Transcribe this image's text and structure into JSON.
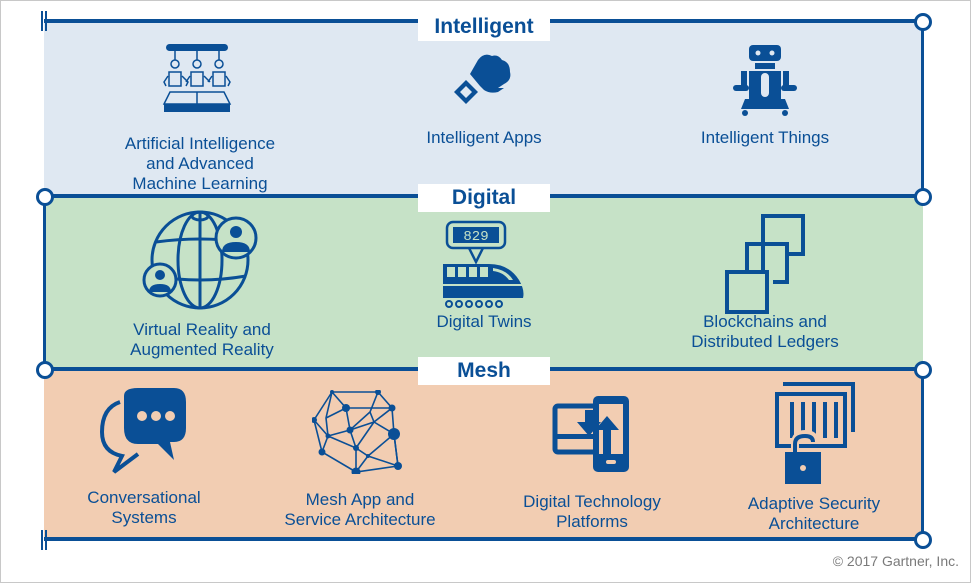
{
  "colors": {
    "accent": "#0a4f96",
    "intelligent_band": "#dfe8f2",
    "digital_band": "#c6e2c7",
    "mesh_band": "#f2cdb2"
  },
  "sections": {
    "intelligent": {
      "title": "Intelligent",
      "items": [
        {
          "icon": "robotic-assembly-arms-icon",
          "label_lines": [
            "Artificial Intelligence",
            "and Advanced",
            "Machine Learning"
          ]
        },
        {
          "icon": "smartwatch-fist-icon",
          "label_lines": [
            "Intelligent Apps"
          ]
        },
        {
          "icon": "robot-icon",
          "label_lines": [
            "Intelligent Things"
          ]
        }
      ]
    },
    "digital": {
      "title": "Digital",
      "items": [
        {
          "icon": "globe-avatars-icon",
          "label_lines": [
            "Virtual Reality and",
            "Augmented Reality"
          ]
        },
        {
          "icon": "train-display-icon",
          "display_value": "829",
          "label_lines": [
            "Digital Twins"
          ]
        },
        {
          "icon": "chain-blocks-icon",
          "label_lines": [
            "Blockchains and",
            "Distributed Ledgers"
          ]
        }
      ]
    },
    "mesh": {
      "title": "Mesh",
      "items": [
        {
          "icon": "chat-bubbles-icon",
          "label_lines": [
            "Conversational",
            "Systems"
          ]
        },
        {
          "icon": "network-mesh-icon",
          "label_lines": [
            "Mesh App and",
            "Service Architecture"
          ]
        },
        {
          "icon": "device-sync-icon",
          "label_lines": [
            "Digital Technology",
            "Platforms"
          ]
        },
        {
          "icon": "barcode-lock-icon",
          "label_lines": [
            "Adaptive Security",
            "Architecture"
          ]
        }
      ]
    }
  },
  "footer": {
    "copyright": "© 2017 Gartner, Inc."
  }
}
